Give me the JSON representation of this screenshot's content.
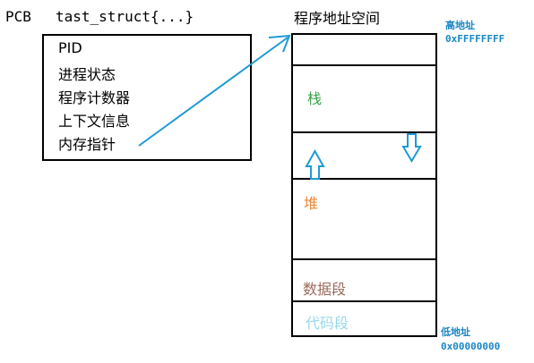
{
  "pcb": {
    "label": "PCB",
    "title": "tast_struct{...}",
    "fields": [
      "PID",
      "进程状态",
      "程序计数器",
      "上下文信息",
      "内存指针"
    ]
  },
  "memory": {
    "title": "程序地址空间",
    "high_label": "高地址",
    "high_addr": "0xFFFFFFFF",
    "low_label": "低地址",
    "low_addr": "0x00000000",
    "segments": {
      "stack": "栈",
      "heap": "堆",
      "data": "数据段",
      "code": "代码段"
    }
  },
  "colors": {
    "arrow": "#1f9ad6",
    "address_text": "#1a86c4",
    "stack": "#3aa14a",
    "heap": "#ee8733",
    "data": "#9a6a5a",
    "code": "#9ad8ea"
  }
}
